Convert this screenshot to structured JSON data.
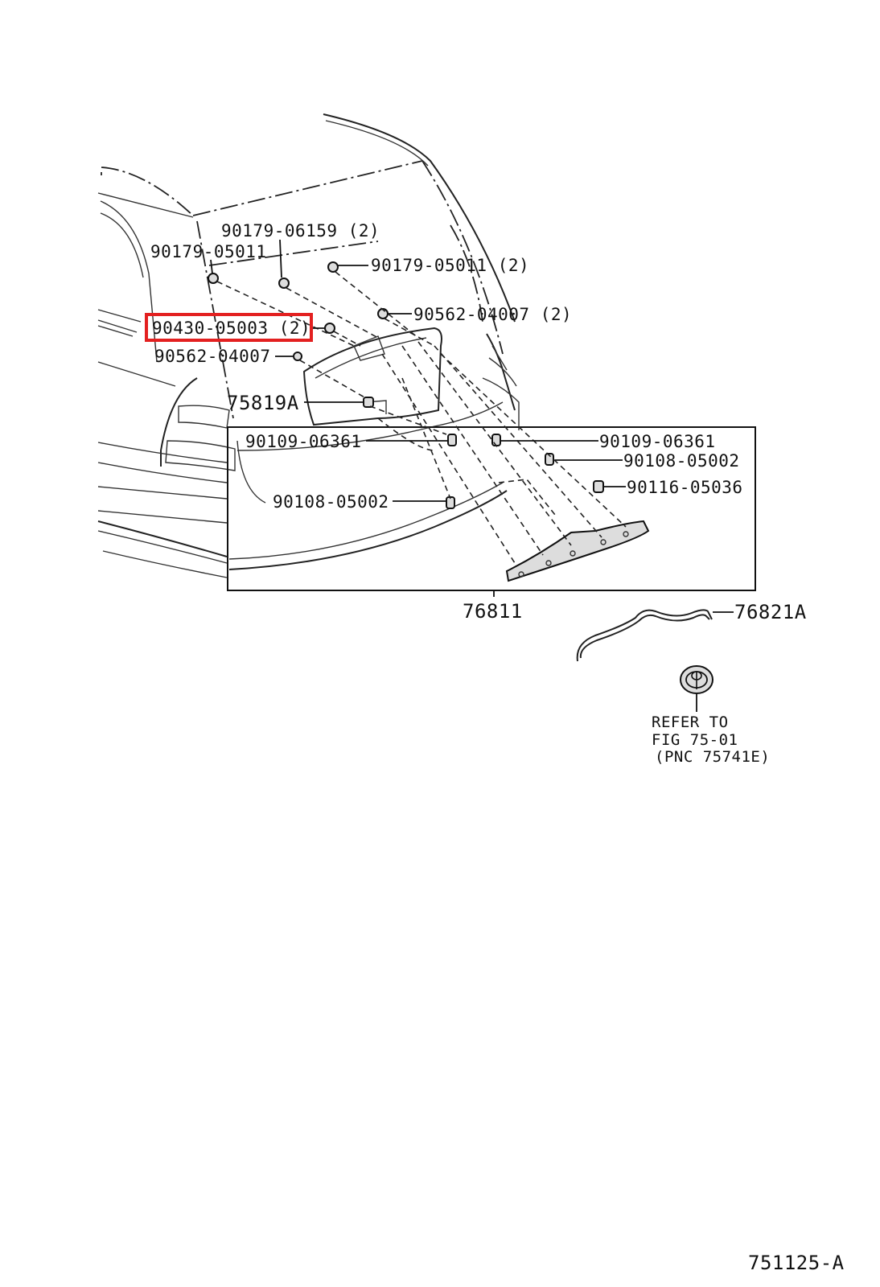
{
  "callouts": {
    "p1": "90179-06159 (2)",
    "p2": "90179-05011",
    "p3": "90179-05011 (2)",
    "p4": "90562-04007 (2)",
    "p5": "90430-05003 (2)",
    "p6": "90562-04007",
    "p7": "75819A",
    "p8": "90109-06361",
    "p9": "90109-06361",
    "p10": "90108-05002",
    "p11": "90116-05036",
    "p12": "90108-05002",
    "p13": "76811",
    "p14": "76821A"
  },
  "reference_note": {
    "line1": "REFER TO",
    "line2": "FIG 75-01",
    "line3": "(PNC 75741E)"
  },
  "figure_code": "751125-A",
  "highlight_color": "#e32020"
}
